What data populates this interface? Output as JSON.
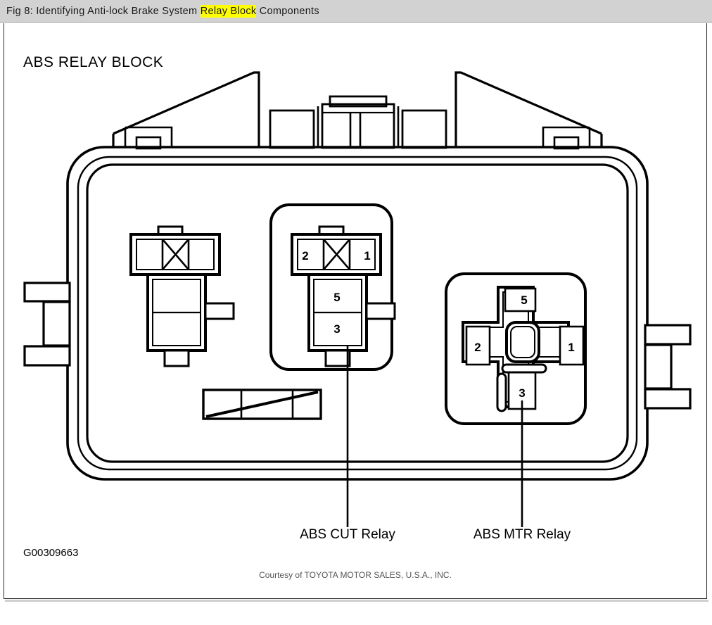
{
  "figure": {
    "caption_prefix": "Fig 8: Identifying Anti-lock Brake System ",
    "caption_highlight": "Relay Block",
    "caption_suffix": " Components",
    "highlight_color": "#ffff00"
  },
  "diagram": {
    "title": "ABS RELAY BLOCK",
    "image_code": "G00309663",
    "courtesy": "Courtesy of TOYOTA MOTOR SALES, U.S.A., INC.",
    "line_color": "#000000",
    "background": "#ffffff"
  },
  "relays": [
    {
      "id": "unlabeled-relay",
      "label": "",
      "pins": [
        "",
        "",
        "",
        ""
      ],
      "has_callout": false
    },
    {
      "id": "abs-cut-relay",
      "label": "ABS CUT Relay",
      "pins": [
        "2",
        "1",
        "5",
        "3"
      ],
      "has_callout": true
    },
    {
      "id": "abs-mtr-relay",
      "label": "ABS MTR Relay",
      "pins": [
        "5",
        "2",
        "1",
        "3"
      ],
      "has_callout": true
    }
  ],
  "abs_cut_relay": {
    "label": "ABS CUT Relay",
    "pin_top_left": "2",
    "pin_top_right": "1",
    "pin_mid": "5",
    "pin_bottom": "3"
  },
  "abs_mtr_relay": {
    "label": "ABS MTR Relay",
    "pin_top": "5",
    "pin_left": "2",
    "pin_right": "1",
    "pin_bottom": "3"
  }
}
